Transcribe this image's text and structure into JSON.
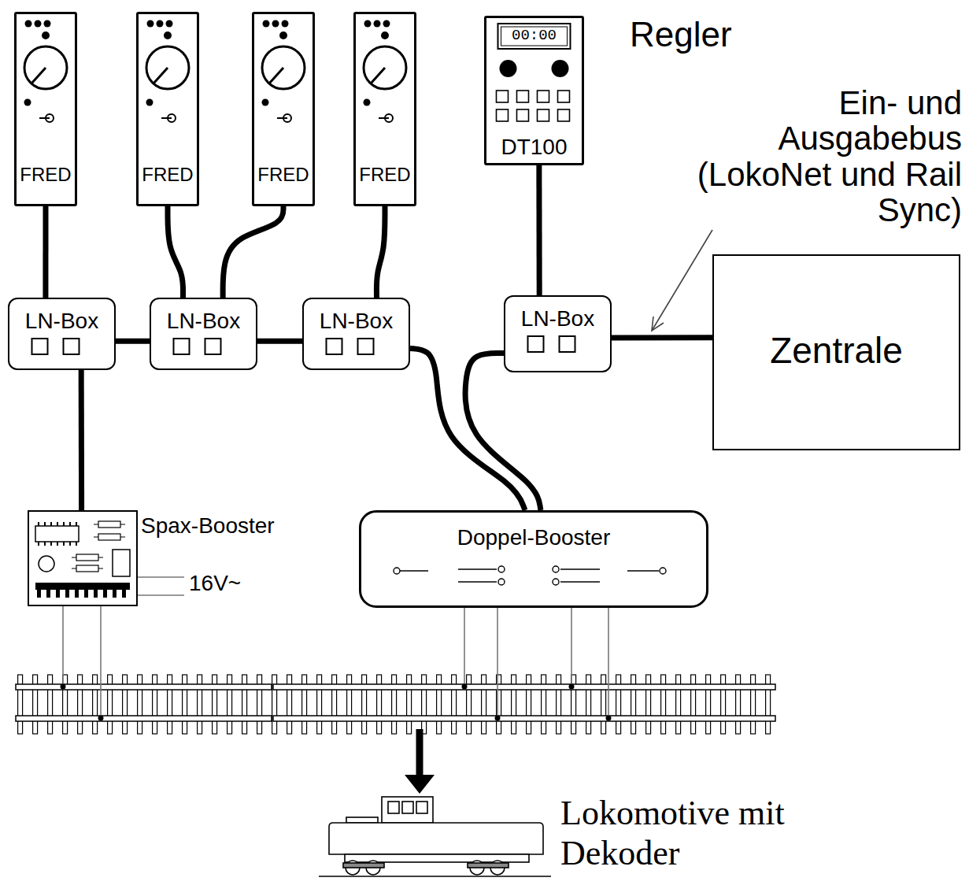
{
  "diagram": {
    "nodes": [
      {
        "text": [
          "FRED"
        ]
      },
      {
        "text": [
          "FRED"
        ]
      },
      {
        "text": [
          "FRED"
        ]
      },
      {
        "text": [
          "FRED"
        ]
      },
      {
        "text": [
          "00:00",
          "DT100"
        ]
      },
      {
        "text": [
          "LN-Box"
        ]
      },
      {
        "text": [
          "LN-Box"
        ]
      },
      {
        "text": [
          "LN-Box"
        ]
      },
      {
        "text": [
          "LN-Box"
        ]
      },
      {
        "text": [
          "Zentrale"
        ]
      },
      {
        "text": [
          "Spax-Booster"
        ]
      },
      {
        "text": [
          "Doppel-Booster"
        ]
      }
    ],
    "edges": [
      {
        "from": 0,
        "to": 5,
        "arrow": "none"
      },
      {
        "from": 1,
        "to": 6,
        "arrow": "none"
      },
      {
        "from": 2,
        "to": 6,
        "arrow": "none"
      },
      {
        "from": 3,
        "to": 7,
        "arrow": "none"
      },
      {
        "from": 4,
        "to": 8,
        "arrow": "none"
      },
      {
        "from": 5,
        "to": 6,
        "arrow": "none"
      },
      {
        "from": 6,
        "to": 7,
        "arrow": "none"
      },
      {
        "from": 8,
        "to": 9,
        "arrow": "none"
      },
      {
        "from": 5,
        "to": 10,
        "arrow": "none"
      },
      {
        "from": 7,
        "to": 11,
        "arrow": "none"
      },
      {
        "from": 8,
        "to": 11,
        "arrow": "none"
      }
    ],
    "labels": [
      "Regler",
      "Ein- und Ausgabebus (LokoNet und Rail Sync)",
      "16V~",
      "Lokomotive mit Dekoder"
    ]
  }
}
